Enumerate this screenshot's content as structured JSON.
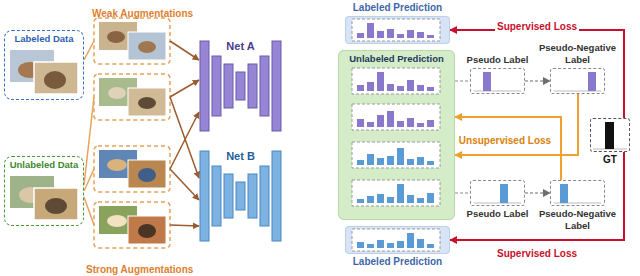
{
  "diagram": {
    "nodes": [
      {
        "text": [
          "Labeled Data"
        ]
      },
      {
        "text": [
          "Unlabeled Data"
        ]
      },
      {
        "text": [
          "Net A"
        ]
      },
      {
        "text": [
          "Net B"
        ]
      },
      {
        "text": [
          "Labeled Prediction"
        ]
      },
      {
        "text": [
          "Unlabeled Prediction"
        ]
      },
      {
        "text": [
          "Pseudo Label"
        ]
      },
      {
        "text": [
          "Pseudo-Negative Label"
        ]
      },
      {
        "text": [
          "GT"
        ]
      },
      {
        "text": [
          "Pseudo Label"
        ]
      },
      {
        "text": [
          "Pseudo-Negative Label"
        ]
      },
      {
        "text": [
          "Labeled Prediction"
        ]
      }
    ],
    "edges": [
      {
        "from": 8,
        "to": 4,
        "label": "Supervised Loss",
        "arrow": "to"
      },
      {
        "from": 8,
        "to": 11,
        "label": "Supervised Loss",
        "arrow": "to"
      },
      {
        "from": 7,
        "to": 5,
        "label": "Unsupervised Loss",
        "arrow": "to"
      },
      {
        "from": 10,
        "to": 5,
        "arrow": "to"
      },
      {
        "from": 5,
        "to": 6,
        "arrow": "none"
      },
      {
        "from": 6,
        "to": 7,
        "arrow": "to"
      },
      {
        "from": 5,
        "to": 9,
        "arrow": "none"
      },
      {
        "from": 9,
        "to": 10,
        "arrow": "to"
      }
    ],
    "labels": [
      "Weak Augmentations",
      "Strong Augmentations"
    ]
  }
}
